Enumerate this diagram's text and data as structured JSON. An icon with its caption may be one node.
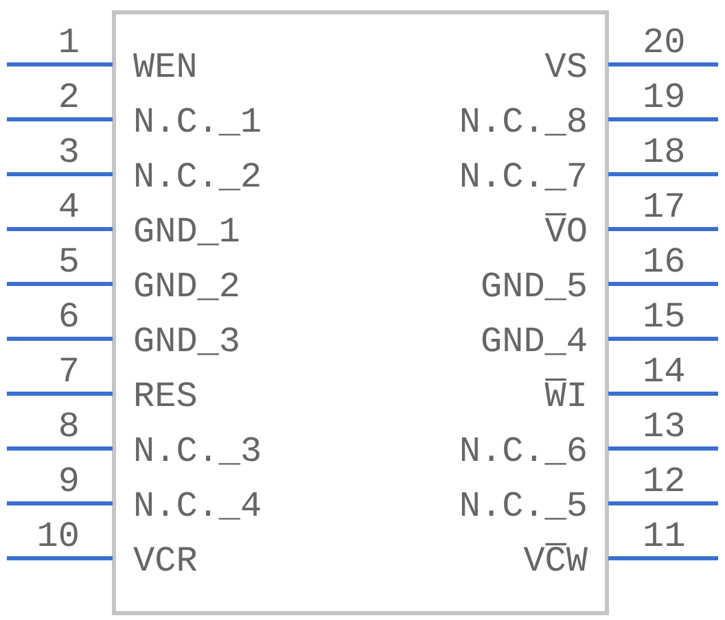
{
  "diagram": {
    "labels": [
      "1",
      "WEN",
      "VS",
      "20",
      "2",
      "N.C._1",
      "N.C._8",
      "19",
      "3",
      "N.C._2",
      "N.C._7",
      "18",
      "4",
      "GND_1",
      "V̅O",
      "17",
      "5",
      "GND_2",
      "GND_5",
      "16",
      "6",
      "GND_3",
      "GND_4",
      "15",
      "7",
      "RES",
      "W̅I",
      "14",
      "8",
      "N.C._3",
      "N.C._6",
      "13",
      "9",
      "N.C._4",
      "N.C._5",
      "12",
      "10",
      "VCR",
      "VC̅W",
      "11"
    ]
  }
}
